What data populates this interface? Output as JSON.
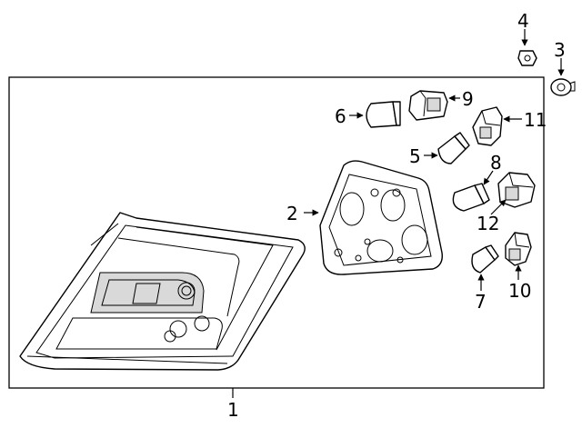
{
  "diagram": {
    "callouts": [
      {
        "id": "1",
        "label": "1",
        "part": "tail-lamp-assembly"
      },
      {
        "id": "2",
        "label": "2",
        "part": "lamp-gasket"
      },
      {
        "id": "3",
        "label": "3",
        "part": "mounting-nut"
      },
      {
        "id": "4",
        "label": "4",
        "part": "mounting-nut"
      },
      {
        "id": "5",
        "label": "5",
        "part": "bulb"
      },
      {
        "id": "6",
        "label": "6",
        "part": "bulb"
      },
      {
        "id": "7",
        "label": "7",
        "part": "bulb"
      },
      {
        "id": "8",
        "label": "8",
        "part": "bulb"
      },
      {
        "id": "9",
        "label": "9",
        "part": "bulb-socket"
      },
      {
        "id": "10",
        "label": "10",
        "part": "bulb-socket"
      },
      {
        "id": "11",
        "label": "11",
        "part": "bulb-socket"
      },
      {
        "id": "12",
        "label": "12",
        "part": "bulb-socket"
      }
    ]
  }
}
